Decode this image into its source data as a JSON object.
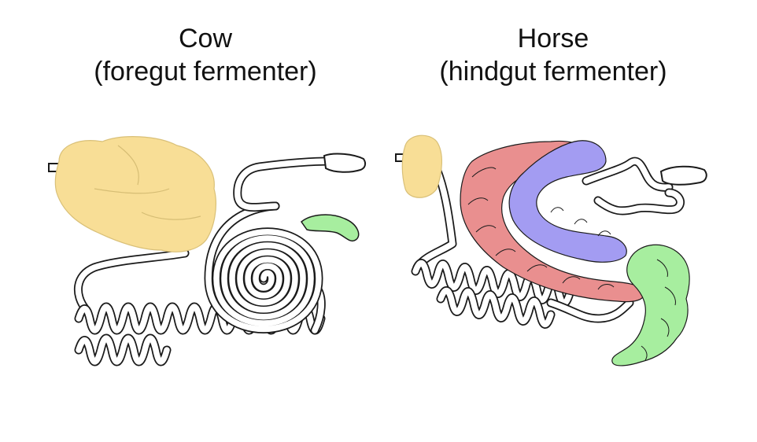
{
  "cow": {
    "title_line1": "Cow",
    "title_line2": "(foregut fermenter)"
  },
  "horse": {
    "title_line1": "Horse",
    "title_line2": "(hindgut fermenter)"
  },
  "colors": {
    "stomach_yellow": "#f8de96",
    "cecum_green": "#a7ee9f",
    "colon_red": "#e98f8f",
    "colon_blue": "#a39cf2",
    "outline": "#1a1a1a"
  },
  "icons": {
    "cow_stomach": "rumen-complex-shape",
    "cow_cecum": "cecum-shape",
    "horse_stomach": "stomach-shape",
    "horse_cecum": "cecum-shape"
  }
}
